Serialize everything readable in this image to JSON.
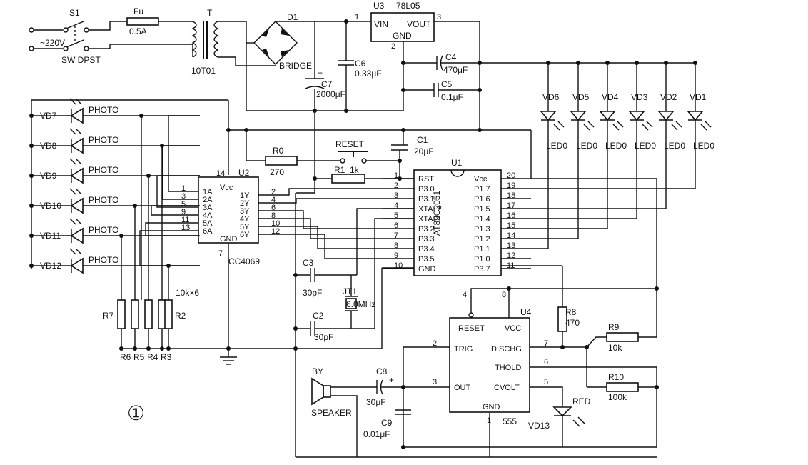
{
  "figure_number": "①",
  "power": {
    "switch_ref": "S1",
    "switch_type": "SW DPST",
    "mains": "~220V",
    "fuse_ref": "Fu",
    "fuse_value": "0.5A",
    "transformer_ref": "T",
    "transformer_value": "10T01",
    "bridge_ref": "D1",
    "bridge_type": "BRIDGE",
    "reg_ref": "U3",
    "reg_type": "78L05",
    "reg_vin": "VIN",
    "reg_vout": "VOUT",
    "reg_gnd": "GND",
    "reg_pin1": "1",
    "reg_pin2": "2",
    "reg_pin3": "3",
    "c4_ref": "C4",
    "c4_value": "470μF",
    "c5_ref": "C5",
    "c5_value": "0.1μF",
    "c6_ref": "C6",
    "c6_value": "0.33μF",
    "c7_ref": "C7",
    "c7_value": "2000μF"
  },
  "leds": [
    {
      "ref": "VD6",
      "type": "LED0"
    },
    {
      "ref": "VD5",
      "type": "LED0"
    },
    {
      "ref": "VD4",
      "type": "LED0"
    },
    {
      "ref": "VD3",
      "type": "LED0"
    },
    {
      "ref": "VD2",
      "type": "LED0"
    },
    {
      "ref": "VD1",
      "type": "LED0"
    }
  ],
  "photos": [
    {
      "ref": "VD7",
      "type": "PHOTO"
    },
    {
      "ref": "VD8",
      "type": "PHOTO"
    },
    {
      "ref": "VD9",
      "type": "PHOTO"
    },
    {
      "ref": "VD10",
      "type": "PHOTO"
    },
    {
      "ref": "VD11",
      "type": "PHOTO"
    },
    {
      "ref": "VD12",
      "type": "PHOTO"
    }
  ],
  "resistor_bank": {
    "refs": [
      "R7",
      "R6",
      "R5",
      "R4",
      "R3",
      "R2"
    ],
    "value": "10k×6"
  },
  "u2": {
    "ref": "U2",
    "type": "CC4069",
    "left_labels": [
      "1A",
      "2A",
      "3A",
      "4A",
      "5A",
      "6A"
    ],
    "right_labels": [
      "Vcc",
      "1Y",
      "2Y",
      "3Y",
      "4Y",
      "5Y",
      "6Y"
    ],
    "gnd": "GND",
    "left_pins": [
      "1",
      "3",
      "5",
      "9",
      "11",
      "13"
    ],
    "right_pins": [
      "2",
      "4",
      "6",
      "8",
      "10",
      "12"
    ],
    "vcc_pin": "14",
    "gnd_pin": "7"
  },
  "u1": {
    "ref": "U1",
    "type": "AT89C2051",
    "left_labels": [
      "RST",
      "P3.0",
      "P3.1",
      "XTAL2",
      "XTAL1",
      "P3.2",
      "P3.3",
      "P3.4",
      "P3.5",
      "GND"
    ],
    "right_labels": [
      "Vcc",
      "P1.7",
      "P1.6",
      "P1.5",
      "P1.4",
      "P1.3",
      "P1.2",
      "P1.1",
      "P1.0",
      "P3.7"
    ],
    "left_pins": [
      "1",
      "2",
      "3",
      "4",
      "5",
      "6",
      "7",
      "8",
      "9",
      "10"
    ],
    "right_pins": [
      "20",
      "19",
      "18",
      "17",
      "16",
      "15",
      "14",
      "13",
      "12",
      "11"
    ]
  },
  "reset": {
    "label": "RESET",
    "r0_ref": "R0",
    "r0_value": "270",
    "r1_ref": "R1",
    "r1_value": "1k",
    "c1_ref": "C1",
    "c1_value": "20μF"
  },
  "crystal": {
    "c3_ref": "C3",
    "c3_value": "30pF",
    "c2_ref": "C2",
    "c2_value": "30pF",
    "jt_ref": "JT1",
    "jt_value": "6.0MHz"
  },
  "u4": {
    "ref": "U4",
    "type": "555",
    "reset": "RESET",
    "vcc": "VCC",
    "trig": "TRIG",
    "disch": "DISCHG",
    "thold": "THOLD",
    "out": "OUT",
    "cvolt": "CVOLT",
    "gnd": "GND",
    "pin_reset": "4",
    "pin_vcc": "8",
    "pin_trig": "2",
    "pin_disch": "7",
    "pin_thold": "6",
    "pin_out": "3",
    "pin_cvolt": "5",
    "pin_gnd": "1"
  },
  "timer_parts": {
    "r8_ref": "R8",
    "r8_value": "470",
    "r9_ref": "R9",
    "r9_value": "10k",
    "r10_ref": "R10",
    "r10_value": "100k",
    "c8_ref": "C8",
    "c8_value": "30μF",
    "c9_ref": "C9",
    "c9_value": "0.01μF",
    "vd13_ref": "VD13",
    "vd13_color": "RED",
    "speaker_ref": "BY",
    "speaker_label": "SPEAKER"
  }
}
